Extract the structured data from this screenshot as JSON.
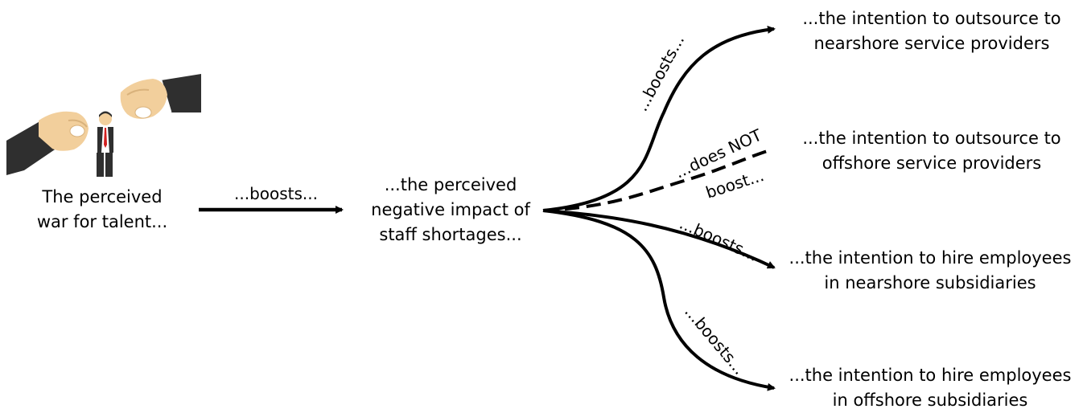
{
  "nodes": {
    "source": {
      "lines": [
        "The perceived",
        "war for talent..."
      ]
    },
    "mediator": {
      "lines": [
        "...the perceived",
        "negative impact of",
        "staff shortages..."
      ]
    },
    "outcome_nearshore_outsource": {
      "lines": [
        "...the intention to outsource to",
        "nearshore service providers"
      ]
    },
    "outcome_offshore_outsource": {
      "lines": [
        "...the intention to outsource to",
        "offshore service providers"
      ]
    },
    "outcome_nearshore_hire": {
      "lines": [
        "...the intention to hire employees",
        "in nearshore subsidiaries"
      ]
    },
    "outcome_offshore_hire": {
      "lines": [
        "...the intention to hire employees",
        "in offshore subsidiaries"
      ]
    }
  },
  "edges": {
    "main": {
      "label": "...boosts...",
      "style": "solid"
    },
    "to_nearshore_outsource": {
      "label": "...boosts...",
      "style": "solid"
    },
    "to_offshore_outsource": {
      "label_line1": "...does NOT",
      "label_line2": "boost...",
      "style": "dashed"
    },
    "to_nearshore_hire": {
      "label": "...boosts...",
      "style": "solid"
    },
    "to_offshore_hire": {
      "label": "...boosts...",
      "style": "solid"
    }
  },
  "illustration": {
    "icon": "hands-picking-businessman-illustration"
  },
  "colors": {
    "stroke": "#000000",
    "skin": "#f2cf9c",
    "suit": "#2f2f2f",
    "tie": "#d21f1f"
  }
}
